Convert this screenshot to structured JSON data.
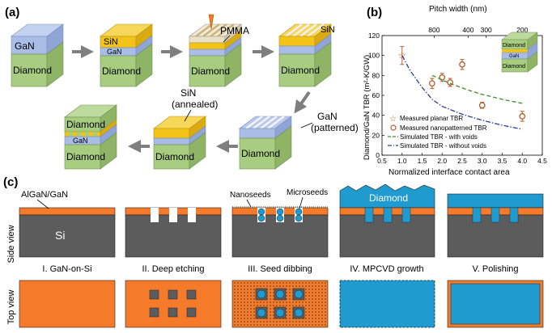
{
  "panels": {
    "a": "(a)",
    "b": "(b)",
    "c": "(c)"
  },
  "panel_a": {
    "stages": [
      {
        "top": "GaN",
        "bottom": "Diamond"
      },
      {
        "top": "SiN",
        "middle": "GaN",
        "bottom": "Diamond"
      },
      {
        "label": "PMMA",
        "bottom": "Diamond"
      },
      {
        "label": "SiN",
        "bottom": "Diamond"
      },
      {
        "label_line1": "GaN",
        "label_line2": "(patterned)",
        "bottom": "Diamond"
      },
      {
        "label_line1": "SiN",
        "label_line2": "(annealed)",
        "bottom": "Diamond"
      },
      {
        "top": "Diamond",
        "middle": "GaN",
        "bottom": "Diamond"
      }
    ]
  },
  "chart_data": {
    "type": "scatter",
    "xlabel": "Normalized interface contact area",
    "ylabel": "Diamond/GaN TBR (m²-K/GW)",
    "top_axis_label": "Pitch width (nm)",
    "xlim": [
      0.5,
      4.5
    ],
    "ylim": [
      0,
      120
    ],
    "x_ticks": [
      "0.5",
      "1.0",
      "1.5",
      "2.0",
      "2.5",
      "3.0",
      "3.5",
      "4.0",
      "4.5"
    ],
    "y_ticks": [
      "0",
      "20",
      "40",
      "60",
      "80",
      "100",
      "120"
    ],
    "top_ticks": [
      {
        "label": "800",
        "x": 1.8
      },
      {
        "label": "400",
        "x": 2.65
      },
      {
        "label": "300",
        "x": 3.1
      },
      {
        "label": "200",
        "x": 4.0
      }
    ],
    "series": [
      {
        "name": "Measured planar TBR",
        "marker": "star",
        "color": "#c0652a",
        "points": [
          {
            "x": 1.0,
            "y": 100,
            "err": 9
          }
        ]
      },
      {
        "name": "Measured nanopatterned TBR",
        "marker": "circle",
        "color": "#b35a25",
        "points": [
          {
            "x": 1.75,
            "y": 72,
            "err": 5
          },
          {
            "x": 2.0,
            "y": 78,
            "err": 4
          },
          {
            "x": 2.2,
            "y": 73,
            "err": 4
          },
          {
            "x": 2.5,
            "y": 91,
            "err": 5
          },
          {
            "x": 3.0,
            "y": 50,
            "err": 3
          },
          {
            "x": 4.0,
            "y": 39,
            "err": 5
          }
        ]
      },
      {
        "name": "Simulated TBR - with voids",
        "line": "dashed",
        "color": "#3f8a2f",
        "points": [
          {
            "x": 1.75,
            "y": 80
          },
          {
            "x": 2.2,
            "y": 72
          },
          {
            "x": 2.6,
            "y": 66
          },
          {
            "x": 3.0,
            "y": 61
          },
          {
            "x": 3.5,
            "y": 56
          },
          {
            "x": 4.0,
            "y": 52
          }
        ]
      },
      {
        "name": "Simulated TBR - without voids",
        "line": "dashdot",
        "color": "#2b3f9a",
        "points": [
          {
            "x": 1.0,
            "y": 100
          },
          {
            "x": 1.2,
            "y": 85
          },
          {
            "x": 1.5,
            "y": 68
          },
          {
            "x": 1.75,
            "y": 56
          },
          {
            "x": 2.0,
            "y": 49
          },
          {
            "x": 2.5,
            "y": 41
          },
          {
            "x": 3.0,
            "y": 35
          },
          {
            "x": 3.5,
            "y": 30
          },
          {
            "x": 4.0,
            "y": 26
          }
        ]
      }
    ],
    "inset": {
      "top": "Diamond",
      "middle": "GaN",
      "bottom": "Diamond"
    }
  },
  "panel_c": {
    "side_view_label": "Side view",
    "top_view_label": "Top view",
    "layer_label": "AlGaN/GaN",
    "substrate_label": "Si",
    "nanoseeds_label": "Nanoseeds",
    "microseeds_label": "Microseeds",
    "diamond_label": "Diamond",
    "steps": [
      "I. GaN-on-Si",
      "II. Deep etching",
      "III. Seed dibbing",
      "IV. MPCVD growth",
      "V. Polishing"
    ]
  },
  "colors": {
    "gan_blue": "#a9bde6",
    "diamond_green": "#a8cc80",
    "sin_yellow": "#f3c418",
    "algan_orange": "#f57a2a",
    "si_gray": "#5c5c5c",
    "diamond_blue": "#1f9bd0",
    "arrow_gray": "#7f7f7f",
    "marker_brown": "#b35a25"
  }
}
